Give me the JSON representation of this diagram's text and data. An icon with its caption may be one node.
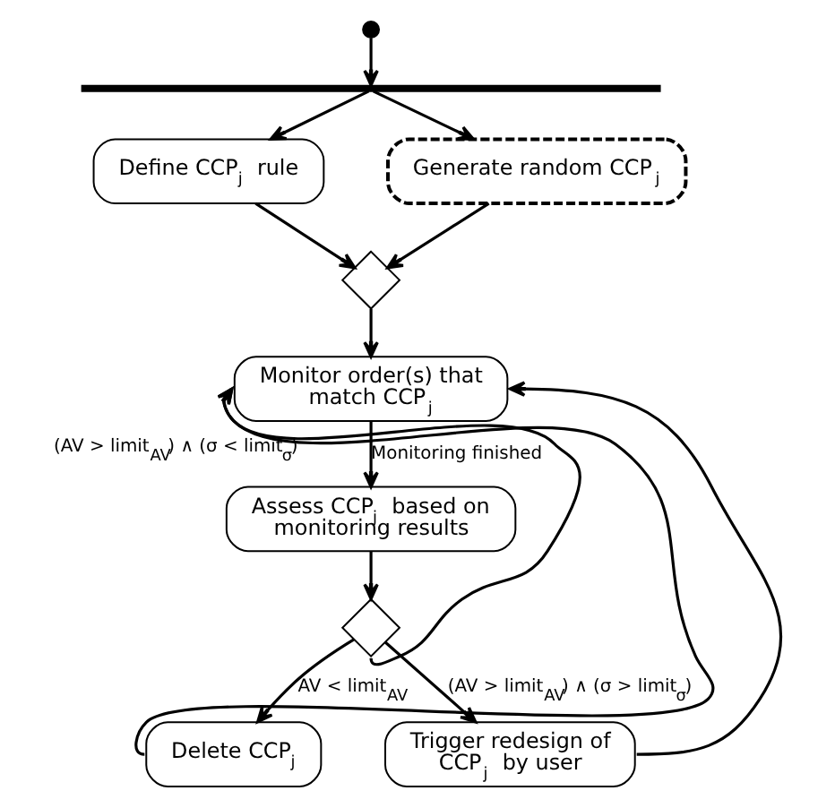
{
  "diagram": {
    "nodes": [
      {
        "text": [],
        "shape": "circle"
      },
      {
        "text": [],
        "shape": "bar"
      },
      {
        "text": [
          "Define CCP$_{j}$ rule"
        ]
      },
      {
        "text": [
          "Generate random CCP$_{j}$"
        ]
      },
      {
        "text": [],
        "shape": "diamond"
      },
      {
        "text": [
          "Monitor order(s) that match CCP$_{j}$"
        ]
      },
      {
        "text": [
          "Assess CCP$_{j}$ based on monitoring results"
        ]
      },
      {
        "text": [],
        "shape": "diamond"
      },
      {
        "text": [
          "Delete CCP$_{j}$"
        ]
      },
      {
        "text": [
          "Trigger redesign of CCP$_{j}$ by user"
        ]
      }
    ],
    "edges": [
      {
        "from": 0,
        "to": 1,
        "arrow": "to"
      },
      {
        "from": 1,
        "to": 2,
        "arrow": "to"
      },
      {
        "from": 1,
        "to": 3,
        "arrow": "to"
      },
      {
        "from": 2,
        "to": 4,
        "arrow": "to"
      },
      {
        "from": 3,
        "to": 4,
        "arrow": "to"
      },
      {
        "from": 4,
        "to": 5,
        "arrow": "to"
      },
      {
        "from": 5,
        "to": 6,
        "arrow": "to",
        "label": "Monitoring finished"
      },
      {
        "from": 6,
        "to": 7,
        "arrow": "to"
      },
      {
        "from": 7,
        "to": 8,
        "arrow": "to",
        "label": "AV < limit$_{AV}$"
      },
      {
        "from": 7,
        "to": 9,
        "arrow": "to",
        "label": "(AV > limit$_{AV}$) ∧ (σ > limit$_{σ}$)"
      },
      {
        "from": 8,
        "to": 5,
        "arrow": "to"
      },
      {
        "from": 9,
        "to": 5,
        "arrow": "to"
      },
      {
        "from": 7,
        "to": 5,
        "arrow": "to",
        "label": "(AV > limit$_{AV}$) ∧ (σ < limit$_{σ}$)"
      }
    ]
  }
}
